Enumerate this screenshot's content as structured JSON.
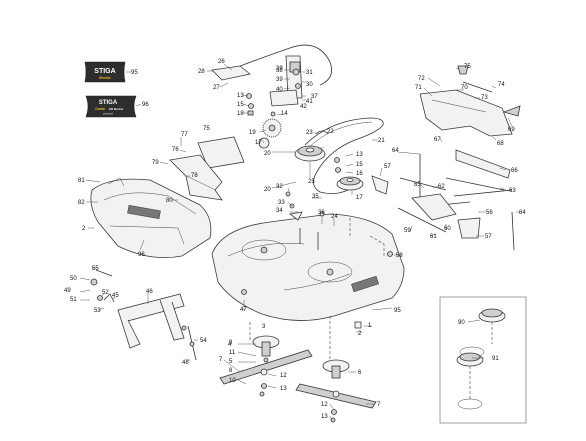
{
  "diagram": {
    "decals": {
      "logo_top": {
        "brand": "STIGA",
        "sub": "Electric"
      },
      "logo_bottom": {
        "brand": "STIGA",
        "model": "Combi",
        "model_suffix": "105 Electric",
        "sub": "powered"
      }
    },
    "callouts": [
      {
        "id": "c95a",
        "label": "95"
      },
      {
        "id": "c96a",
        "label": "96"
      },
      {
        "id": "c26",
        "label": "26"
      },
      {
        "id": "c28",
        "label": "28"
      },
      {
        "id": "c27",
        "label": "27"
      },
      {
        "id": "c29",
        "label": "29"
      },
      {
        "id": "c38",
        "label": "38"
      },
      {
        "id": "c31",
        "label": "31"
      },
      {
        "id": "c39",
        "label": "39"
      },
      {
        "id": "c30",
        "label": "30"
      },
      {
        "id": "c40",
        "label": "40"
      },
      {
        "id": "c37",
        "label": "37"
      },
      {
        "id": "c41",
        "label": "41"
      },
      {
        "id": "c42",
        "label": "42"
      },
      {
        "id": "c13a",
        "label": "13"
      },
      {
        "id": "c15a",
        "label": "15"
      },
      {
        "id": "c18",
        "label": "18"
      },
      {
        "id": "c14",
        "label": "14"
      },
      {
        "id": "c19",
        "label": "19"
      },
      {
        "id": "c23",
        "label": "23"
      },
      {
        "id": "c22",
        "label": "22"
      },
      {
        "id": "c17a",
        "label": "17"
      },
      {
        "id": "c20a",
        "label": "20"
      },
      {
        "id": "c21",
        "label": "21"
      },
      {
        "id": "c25",
        "label": "25"
      },
      {
        "id": "c13b",
        "label": "13"
      },
      {
        "id": "c15b",
        "label": "15"
      },
      {
        "id": "c16",
        "label": "16"
      },
      {
        "id": "c17b",
        "label": "17"
      },
      {
        "id": "c20b",
        "label": "20"
      },
      {
        "id": "c75",
        "label": "75"
      },
      {
        "id": "c77",
        "label": "77"
      },
      {
        "id": "c76",
        "label": "76"
      },
      {
        "id": "c79",
        "label": "79"
      },
      {
        "id": "c78",
        "label": "78"
      },
      {
        "id": "c80",
        "label": "80"
      },
      {
        "id": "c81",
        "label": "81"
      },
      {
        "id": "c82",
        "label": "82"
      },
      {
        "id": "c2a",
        "label": "2"
      },
      {
        "id": "c96b",
        "label": "96"
      },
      {
        "id": "c72",
        "label": "72"
      },
      {
        "id": "c75b",
        "label": "75"
      },
      {
        "id": "c74",
        "label": "74"
      },
      {
        "id": "c71",
        "label": "71"
      },
      {
        "id": "c70",
        "label": "70"
      },
      {
        "id": "c73",
        "label": "73"
      },
      {
        "id": "c69",
        "label": "69"
      },
      {
        "id": "c67",
        "label": "67"
      },
      {
        "id": "c68",
        "label": "68"
      },
      {
        "id": "c64",
        "label": "64"
      },
      {
        "id": "c66",
        "label": "66"
      },
      {
        "id": "c57a",
        "label": "57"
      },
      {
        "id": "c65",
        "label": "65"
      },
      {
        "id": "c62",
        "label": "62"
      },
      {
        "id": "c63",
        "label": "63"
      },
      {
        "id": "c32",
        "label": "32"
      },
      {
        "id": "c33",
        "label": "33"
      },
      {
        "id": "c34",
        "label": "34"
      },
      {
        "id": "c35",
        "label": "35"
      },
      {
        "id": "c36",
        "label": "36"
      },
      {
        "id": "c24",
        "label": "24"
      },
      {
        "id": "c58",
        "label": "58"
      },
      {
        "id": "c56",
        "label": "56"
      },
      {
        "id": "c59",
        "label": "59"
      },
      {
        "id": "c61",
        "label": "61"
      },
      {
        "id": "c60",
        "label": "60"
      },
      {
        "id": "c57b",
        "label": "57"
      },
      {
        "id": "c84",
        "label": "84"
      },
      {
        "id": "c55",
        "label": "55"
      },
      {
        "id": "c50",
        "label": "50"
      },
      {
        "id": "c49",
        "label": "49"
      },
      {
        "id": "c51",
        "label": "51"
      },
      {
        "id": "c52",
        "label": "52"
      },
      {
        "id": "c53",
        "label": "53"
      },
      {
        "id": "c45",
        "label": "45"
      },
      {
        "id": "c46",
        "label": "46"
      },
      {
        "id": "c47",
        "label": "47"
      },
      {
        "id": "c54",
        "label": "54"
      },
      {
        "id": "c48",
        "label": "48"
      },
      {
        "id": "c95b",
        "label": "95"
      },
      {
        "id": "c1",
        "label": "1"
      },
      {
        "id": "c2b",
        "label": "2"
      },
      {
        "id": "c3",
        "label": "3"
      },
      {
        "id": "c4",
        "label": "4"
      },
      {
        "id": "c9",
        "label": "9"
      },
      {
        "id": "c11",
        "label": "11"
      },
      {
        "id": "c5",
        "label": "5"
      },
      {
        "id": "c8",
        "label": "8"
      },
      {
        "id": "c7a",
        "label": "7"
      },
      {
        "id": "c10",
        "label": "10"
      },
      {
        "id": "c12a",
        "label": "12"
      },
      {
        "id": "c13c",
        "label": "13"
      },
      {
        "id": "c6",
        "label": "6"
      },
      {
        "id": "c7b",
        "label": "7"
      },
      {
        "id": "c12b",
        "label": "12"
      },
      {
        "id": "c13d",
        "label": "13"
      },
      {
        "id": "c90",
        "label": "90"
      },
      {
        "id": "c91",
        "label": "91"
      }
    ]
  }
}
